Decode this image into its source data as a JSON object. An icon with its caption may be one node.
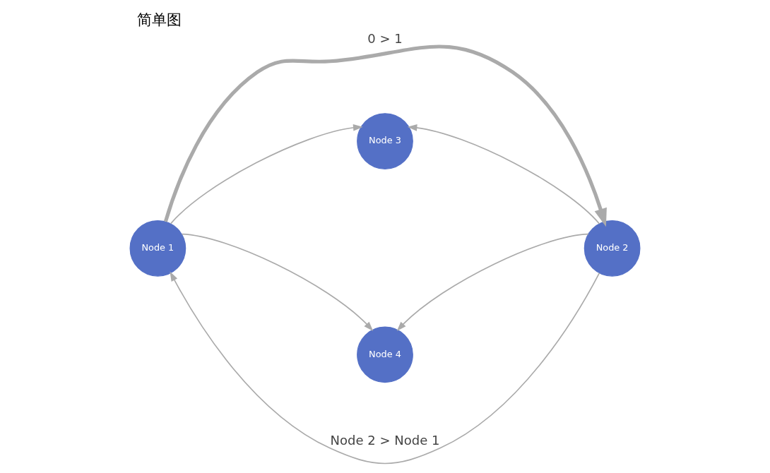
{
  "diagram": {
    "title": "简单图",
    "nodes": [
      {
        "text": [
          "Node 1"
        ]
      },
      {
        "text": [
          "Node 2"
        ]
      },
      {
        "text": [
          "Node 3"
        ]
      },
      {
        "text": [
          "Node 4"
        ]
      }
    ],
    "edges": [
      {
        "from": 0,
        "to": 2,
        "arrow": "to"
      },
      {
        "from": 1,
        "to": 2,
        "arrow": "to"
      },
      {
        "from": 0,
        "to": 1,
        "arrow": "to",
        "label": "0 > 1",
        "style": "thick"
      },
      {
        "from": 1,
        "to": 0,
        "arrow": "to",
        "label": "Node 2 > Node 1"
      },
      {
        "from": 0,
        "to": 3,
        "arrow": "to"
      },
      {
        "from": 1,
        "to": 3,
        "arrow": "to"
      }
    ]
  }
}
